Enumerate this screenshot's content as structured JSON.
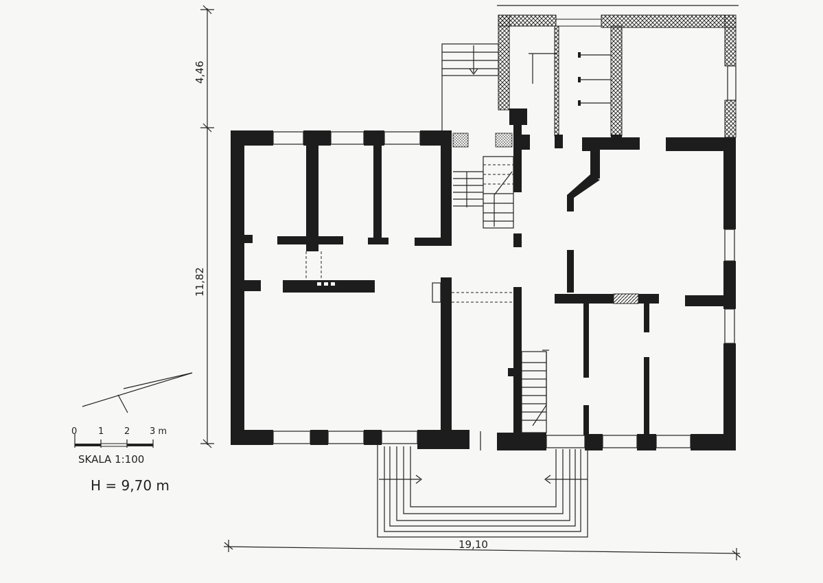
{
  "dimensions": {
    "top_height": "4,46",
    "main_height": "11,82",
    "total_width": "19,10"
  },
  "scale": {
    "ticks": [
      "0",
      "1",
      "2",
      "3 m"
    ],
    "label": "SKALA 1:100",
    "height_note": "H = 9,70 m"
  },
  "colors": {
    "ink": "#1d1d1d",
    "paper": "#f7f7f5"
  }
}
